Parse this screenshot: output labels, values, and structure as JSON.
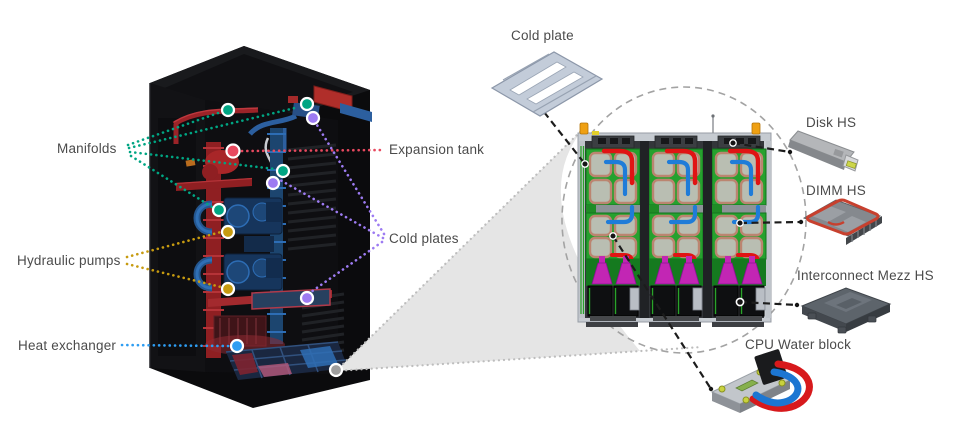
{
  "diagram": {
    "title_context": "Liquid cooling system diagram",
    "left": {
      "labels": {
        "manifolds": "Manifolds",
        "expansion_tank": "Expansion tank",
        "hydraulic_pumps": "Hydraulic pumps",
        "cold_plates": "Cold plates",
        "heat_exchanger": "Heat exchanger"
      },
      "marker_colors": {
        "manifolds": "#00a583",
        "expansion_tank": "#e8495f",
        "hydraulic_pumps": "#c79b10",
        "cold_plates": "#9d7bf2",
        "heat_exchanger": "#2e9df2",
        "zoom_origin": "#9e9e9e"
      }
    },
    "right": {
      "labels": {
        "cold_plate": "Cold plate",
        "disk_hs": "Disk HS",
        "dimm_hs": "DIMM HS",
        "interconnect_mezz_hs": "Interconnect Mezz HS",
        "cpu_water_block": "CPU Water block"
      },
      "leader_color": "#1c1c1c",
      "zoom_circle_color": "#a3a3a3",
      "zoom_wedge_fill": "#e5e5e5"
    },
    "illustration_colors": {
      "tray_pcb_green": "#26a12e",
      "tray_copper": "#bb8570",
      "coolant_hot_red": "#e01414",
      "coolant_cold_blue": "#1f7cd8",
      "tray_magenta": "#c226b4",
      "tray_chassis_gray": "#c6cbd1",
      "tray_cap_orange": "#efa012"
    }
  }
}
